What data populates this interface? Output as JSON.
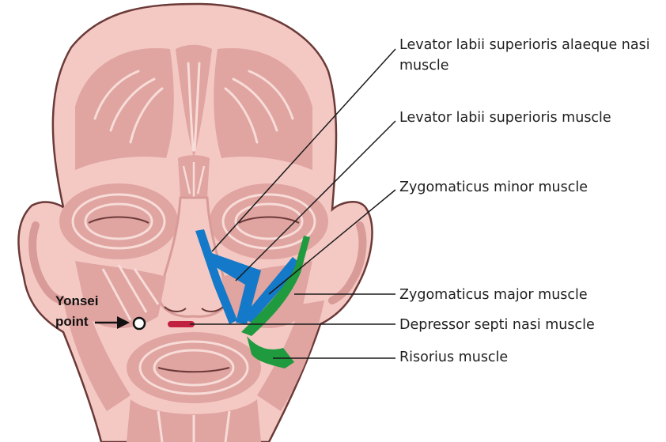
{
  "labels": {
    "levator_alaeque_line1": "Levator labii superioris alaeque nasi",
    "levator_alaeque_line2": "muscle",
    "levator_superioris": "Levator labii superioris muscle",
    "zygomaticus_minor": "Zygomaticus minor muscle",
    "zygomaticus_major": "Zygomaticus major muscle",
    "depressor_septi": "Depressor septi nasi muscle",
    "risorius": "Risorius muscle",
    "yonsei_line1": "Yonsei",
    "yonsei_line2": "point"
  },
  "colors": {
    "skin": "#f4c9c4",
    "muscle": "#e0a4a1",
    "outline": "#6b3a38",
    "blue_muscle": "#1479c8",
    "green_muscle": "#1f9a3e",
    "depressor": "#c2203f",
    "leader_line": "#1a1a1a"
  }
}
